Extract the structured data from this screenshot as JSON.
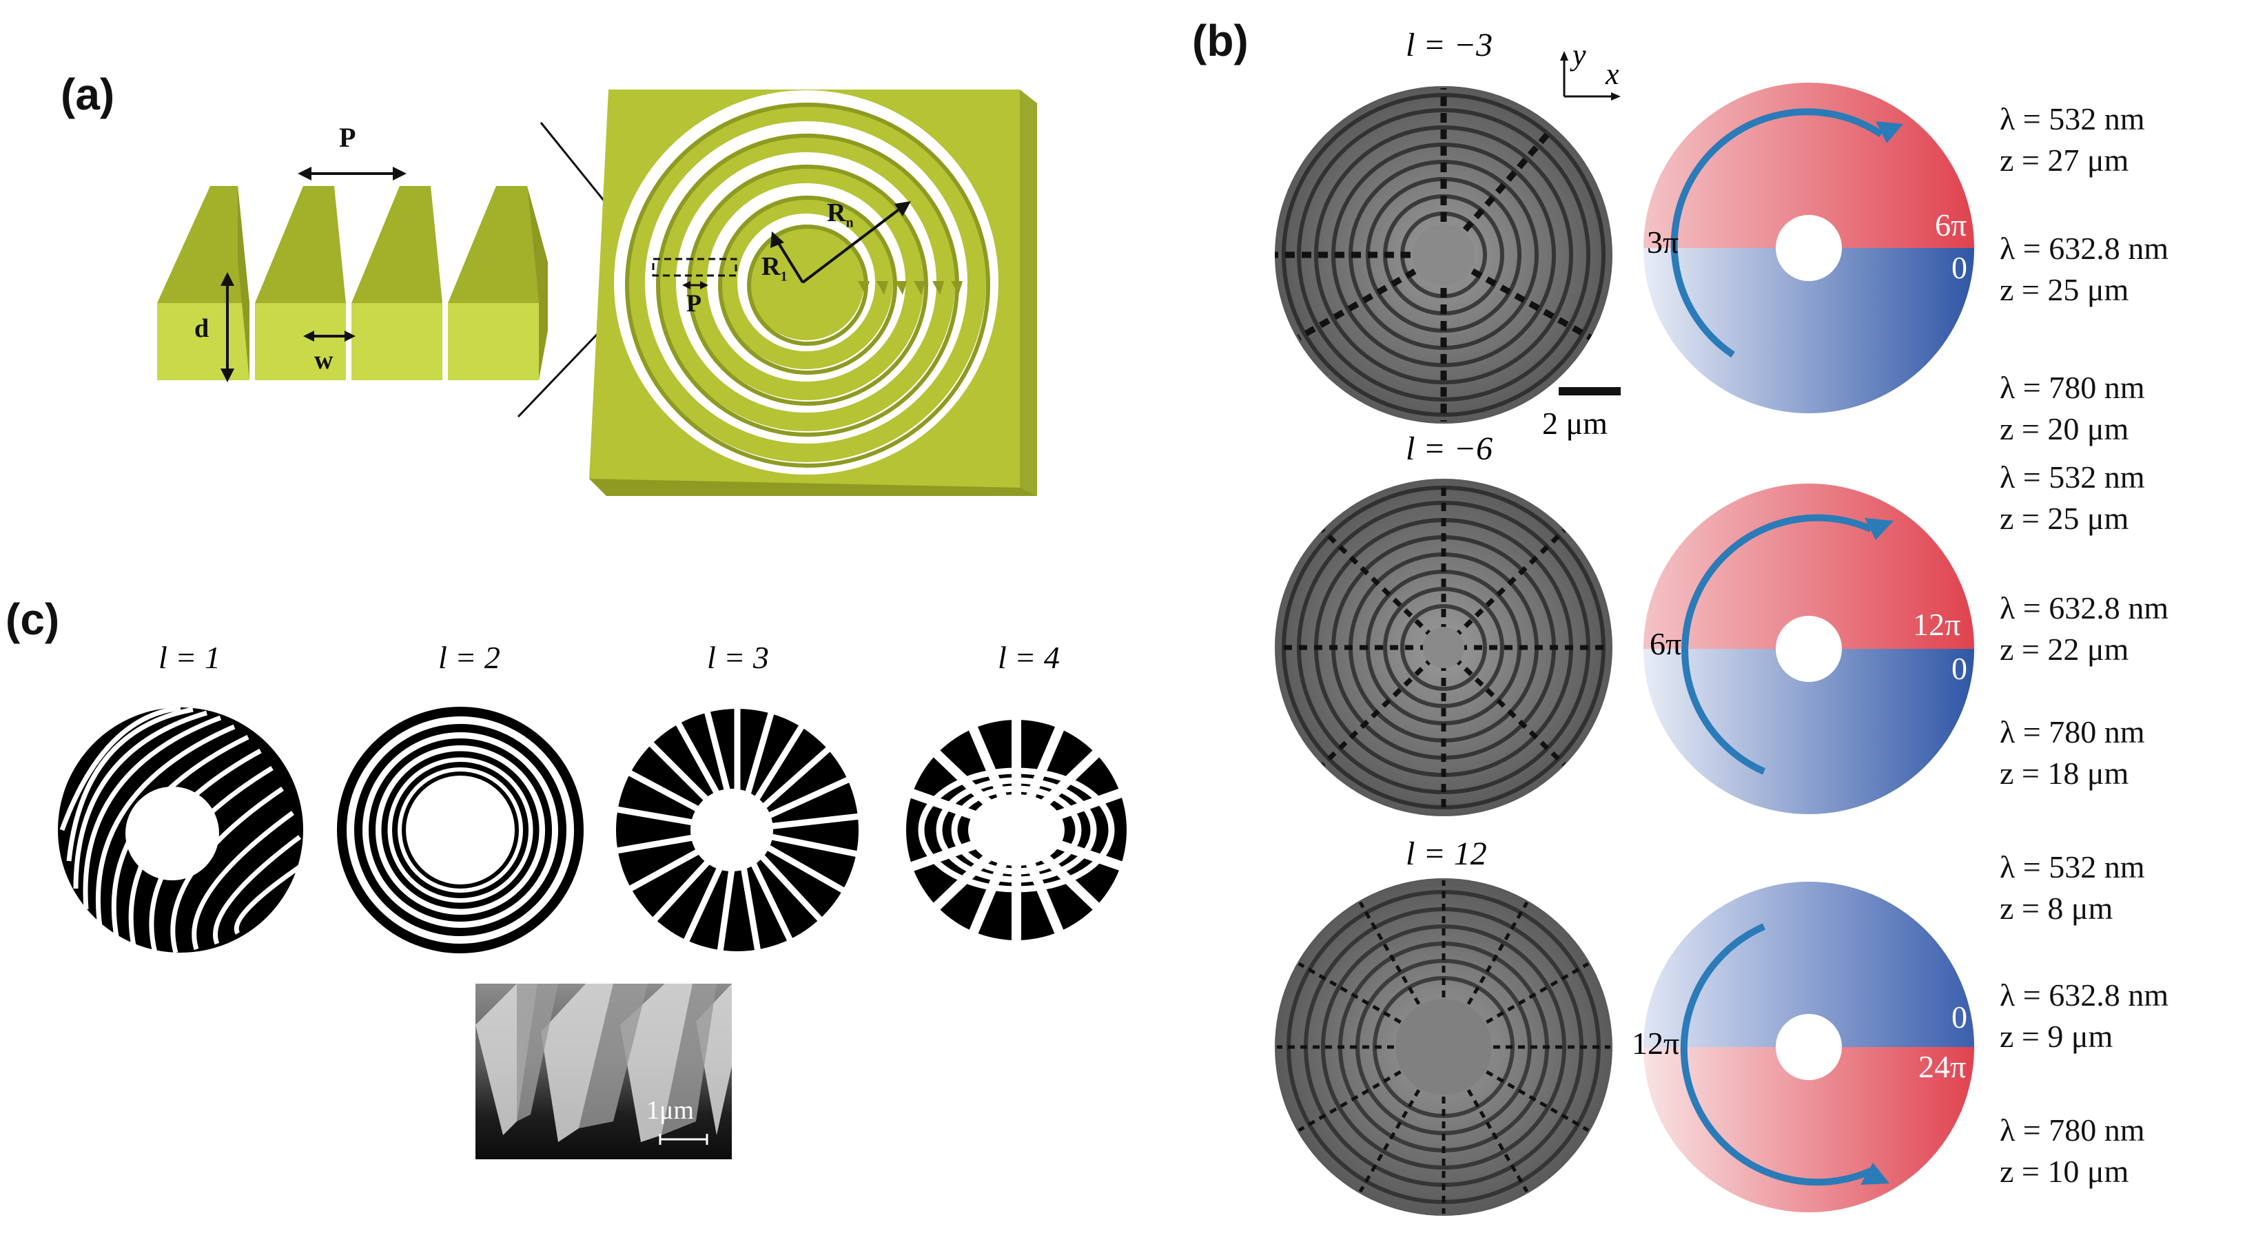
{
  "panels": {
    "a": {
      "letter": "(a)",
      "labels": {
        "P": "P",
        "d": "d",
        "w": "w",
        "P_small": "P",
        "R1_main": "R",
        "R1_sub": "1",
        "Rn_main": "R",
        "Rn_sub": "n"
      }
    },
    "b": {
      "letter": "(b)",
      "axes": {
        "y": "y",
        "x": "x"
      },
      "scalebar": "2 μm",
      "rows": [
        {
          "l_label": "l = −3",
          "phase_left": "3π",
          "phase_edge_top": "6π",
          "phase_edge_bottom": "0",
          "entries": [
            {
              "lambda": "λ = 532 nm",
              "z": "z = 27 μm"
            },
            {
              "lambda": "λ = 632.8 nm",
              "z": "z = 25 μm"
            },
            {
              "lambda": "λ = 780 nm",
              "z": "z = 20 μm"
            }
          ]
        },
        {
          "l_label": "l = −6",
          "phase_left": "6π",
          "phase_edge_top": "12π",
          "phase_edge_bottom": "0",
          "entries": [
            {
              "lambda": "λ = 532 nm",
              "z": "z = 25 μm"
            },
            {
              "lambda": "λ = 632.8 nm",
              "z": "z = 22 μm"
            },
            {
              "lambda": "λ = 780 nm",
              "z": "z = 18 μm"
            }
          ]
        },
        {
          "l_label": "l = 12",
          "phase_left": "12π",
          "phase_edge_top": "0",
          "phase_edge_bottom": "24π",
          "entries": [
            {
              "lambda": "λ = 532 nm",
              "z": "z = 8 μm"
            },
            {
              "lambda": "λ = 632.8 nm",
              "z": "z = 9 μm"
            },
            {
              "lambda": "λ = 780 nm",
              "z": "z = 10 μm"
            }
          ]
        }
      ]
    },
    "c": {
      "letter": "(c)",
      "l_labels": [
        "l = 1",
        "l = 2",
        "l = 3",
        "l = 4"
      ],
      "sem_scale": "1μm"
    }
  },
  "colors": {
    "olive": "#b5c334",
    "olive_dark": "#8e9a22",
    "red": "#e0434f",
    "blue": "#2f56a6",
    "arrow": "#2a7bb8"
  }
}
